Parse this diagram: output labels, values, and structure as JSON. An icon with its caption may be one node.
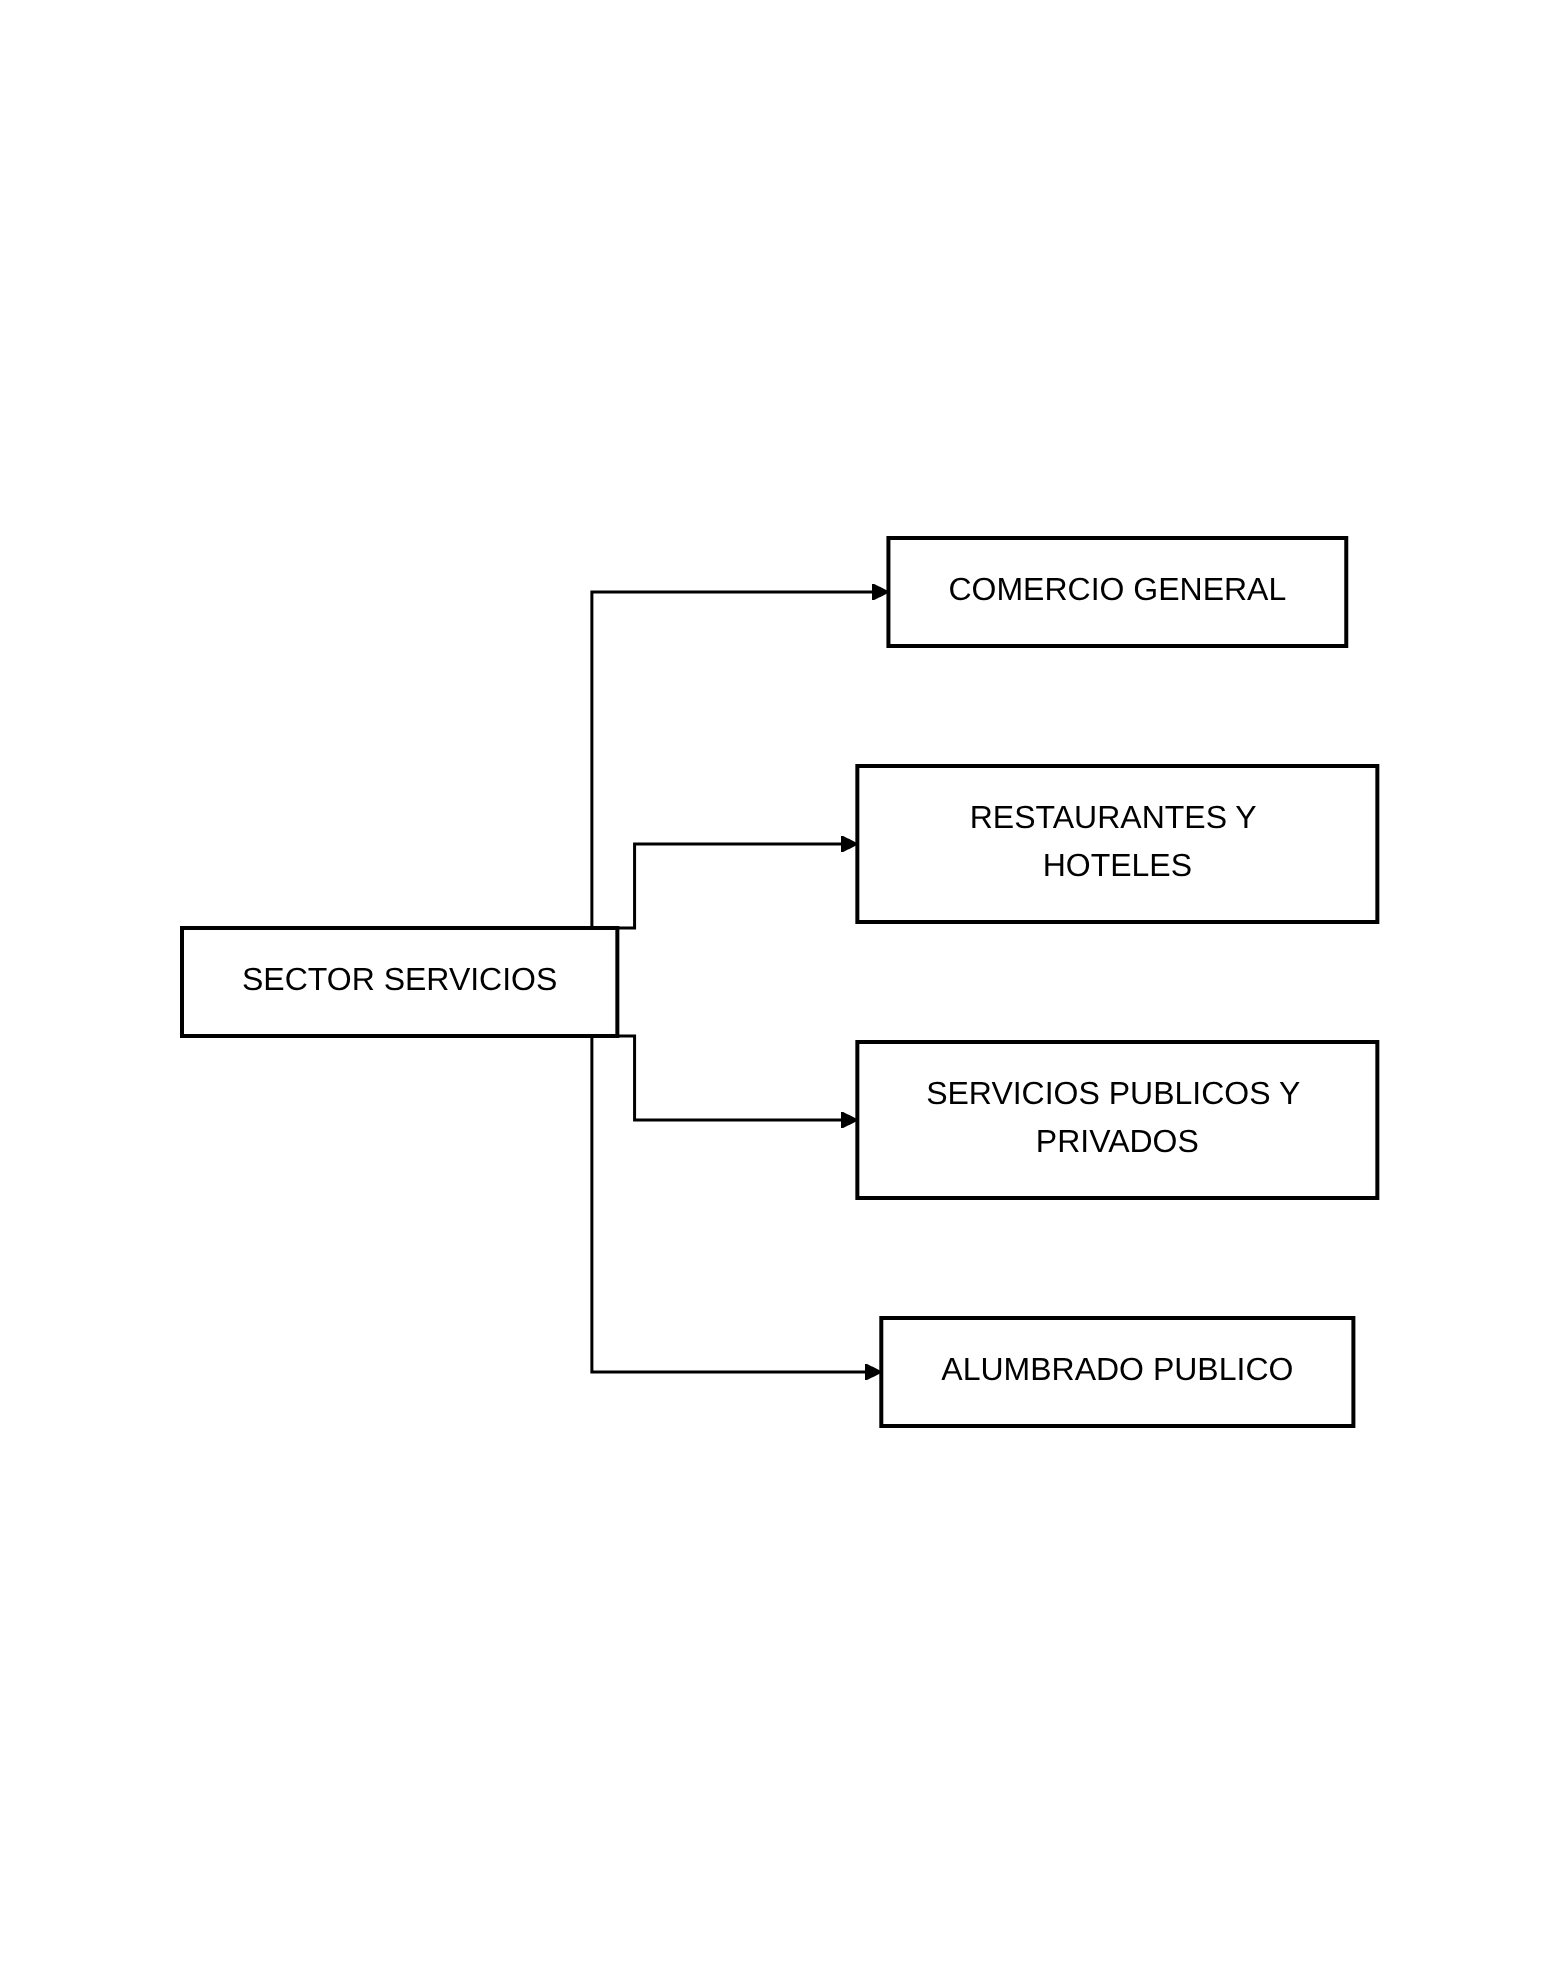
{
  "diagram": {
    "nodes": [
      {
        "text": [
          "SECTOR SERVICIOS"
        ]
      },
      {
        "text": [
          "COMERCIO GENERAL"
        ]
      },
      {
        "text": [
          "RESTAURANTES Y HOTELES"
        ]
      },
      {
        "text": [
          "SERVICIOS PUBLICOS Y PRIVADOS"
        ]
      },
      {
        "text": [
          "ALUMBRADO PUBLICO"
        ]
      }
    ],
    "edges": [
      {
        "from": 0,
        "to": 1,
        "arrow": "to"
      },
      {
        "from": 0,
        "to": 2,
        "arrow": "to"
      },
      {
        "from": 0,
        "to": 3,
        "arrow": "to"
      },
      {
        "from": 0,
        "to": 4,
        "arrow": "to"
      }
    ]
  }
}
